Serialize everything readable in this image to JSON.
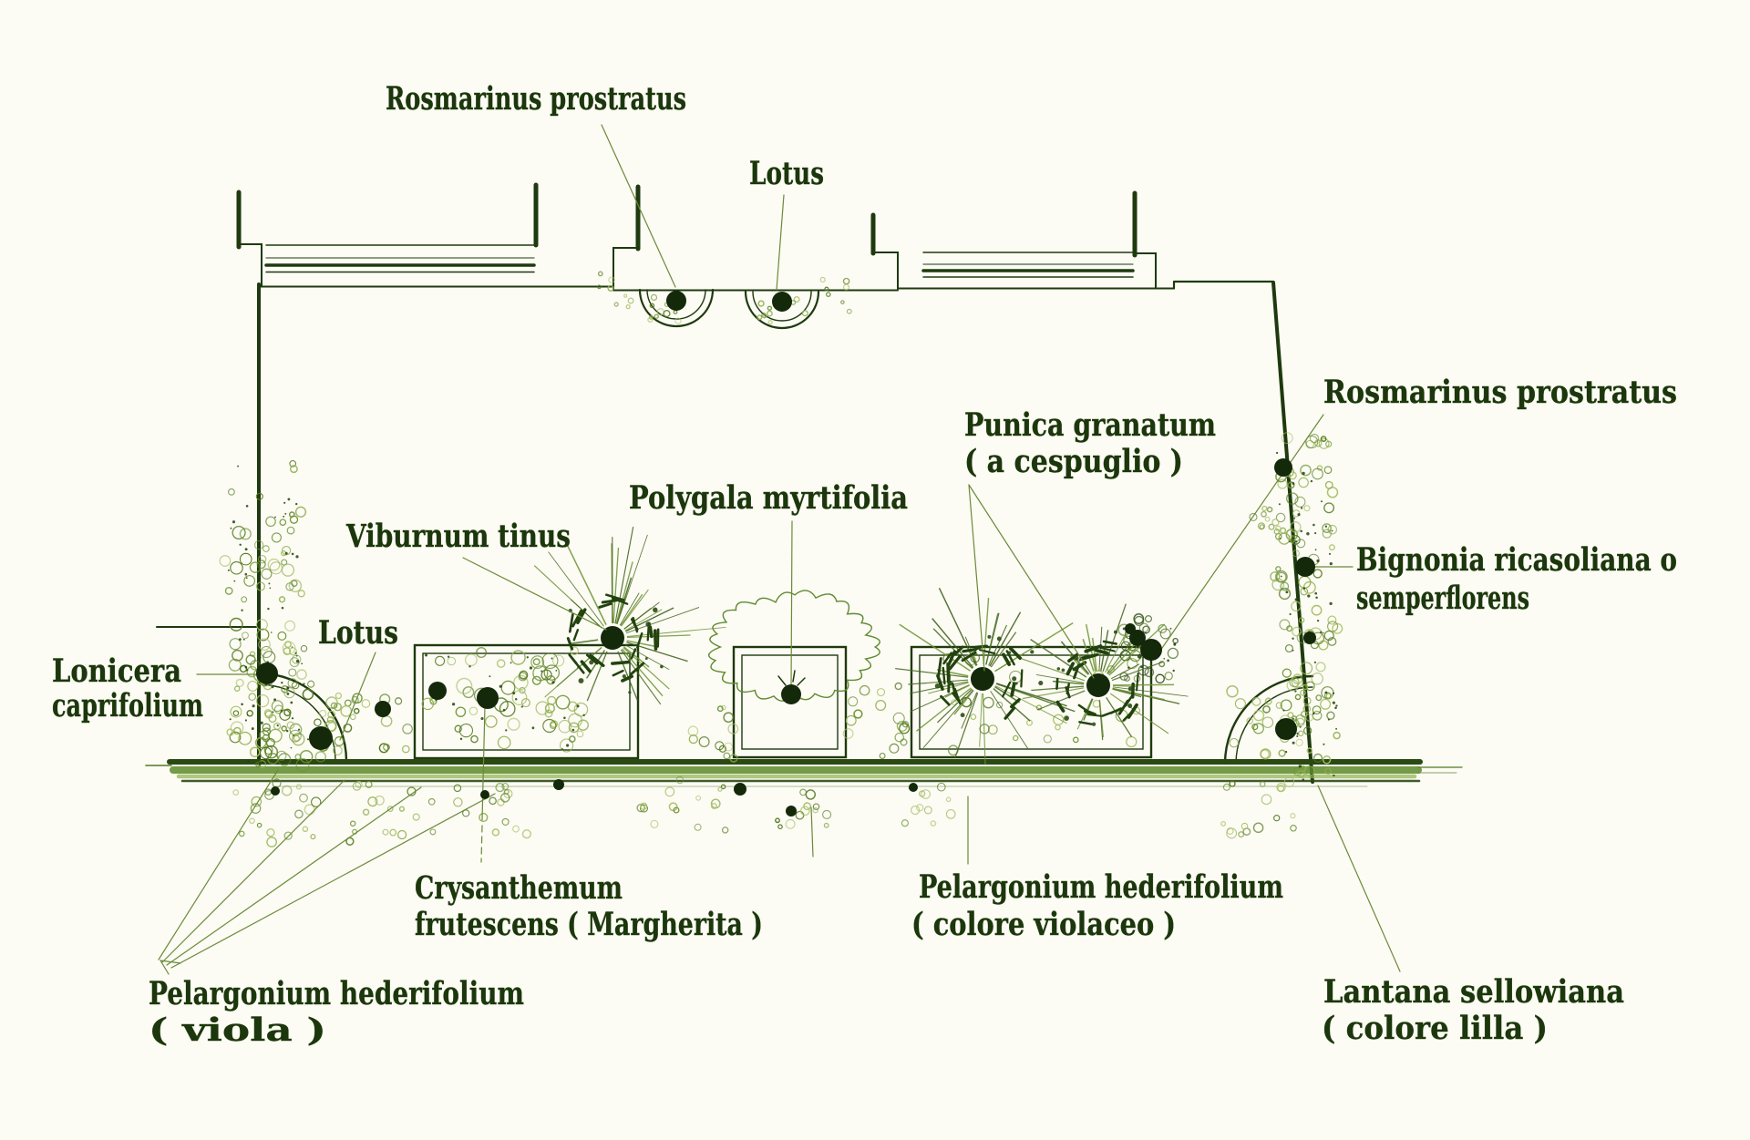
{
  "colors": {
    "paper": "#fcfbf4",
    "ink": "#1e3a0e",
    "label_ink": "#1c360d",
    "leader": "#6b8a38",
    "dot": "#13290a",
    "foliage_light": [
      "#8fae4e",
      "#a9c167",
      "#6d9434",
      "#54791f"
    ],
    "foliage_dark": [
      "#2c4c14",
      "#3d611c",
      "#54791f"
    ],
    "ray": [
      "#47691f",
      "#6d9434",
      "#3a5c16"
    ],
    "ring": "#22420e",
    "cloud": "#5f8a30",
    "band_dark": "#2a4a12",
    "band_mid": "#5c8a28",
    "band_light": "#8fb050",
    "band_thin": "#547a22"
  },
  "labels": {
    "rosmarinus_top": {
      "text": "Rosmarinus prostratus"
    },
    "lotus_top": {
      "text": "Lotus"
    },
    "punica": {
      "line1": "Punica granatum",
      "line2": "( a cespuglio )"
    },
    "polygala": {
      "text": "Polygala myrtifolia"
    },
    "viburnum": {
      "text": "Viburnum tinus"
    },
    "lotus_left": {
      "text": "Lotus"
    },
    "lonicera": {
      "line1": "Lonicera",
      "line2": "caprifolium"
    },
    "bignonia": {
      "line1": "Bignonia ricasoliana o",
      "line2": "semperflorens"
    },
    "rosmarinus_right": {
      "text": "Rosmarinus prostratus"
    },
    "crysanthemum": {
      "line1": "Crysanthemum",
      "line2": "frutescens ( Margherita )"
    },
    "pelargonium_violaceo": {
      "line1": "Pelargonium hederifolium",
      "line2": "( colore violaceo )"
    },
    "pelargonium_viola": {
      "line1": "Pelargonium hederifolium",
      "line2": "( viola )"
    },
    "lantana": {
      "line1": "Lantana sellowiana",
      "line2": "( colore lilla )"
    }
  }
}
